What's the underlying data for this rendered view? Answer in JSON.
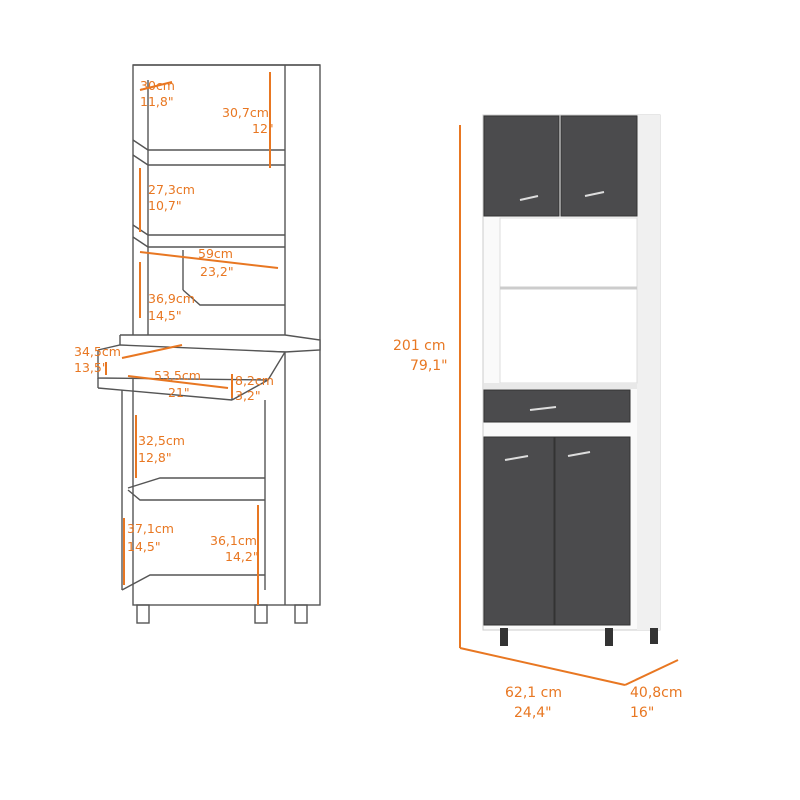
{
  "accent_color": "#e87722",
  "door_color": "#4b4b4d",
  "line_drawing": {
    "labels": [
      {
        "cm": "30cm",
        "in": "11,8\""
      },
      {
        "cm": "30,7cm",
        "in": "12\""
      },
      {
        "cm": "27,3cm",
        "in": "10,7\""
      },
      {
        "cm": "59cm",
        "in": "23,2\""
      },
      {
        "cm": "36,9cm",
        "in": "14,5\""
      },
      {
        "cm": "34,5cm",
        "in": "13,5\""
      },
      {
        "cm": "53,5cm",
        "in": "21\""
      },
      {
        "cm": "8,2cm",
        "in": "3,2\""
      },
      {
        "cm": "32,5cm",
        "in": "12,8\""
      },
      {
        "cm": "37,1cm",
        "in": "14,5\""
      },
      {
        "cm": "36,1cm",
        "in": "14,2\""
      }
    ]
  },
  "product_view": {
    "height": {
      "cm": "201 cm",
      "in": "79,1\""
    },
    "width": {
      "cm": "62,1 cm",
      "in": "24,4\""
    },
    "depth": {
      "cm": "40,8cm",
      "in": "16\""
    }
  }
}
